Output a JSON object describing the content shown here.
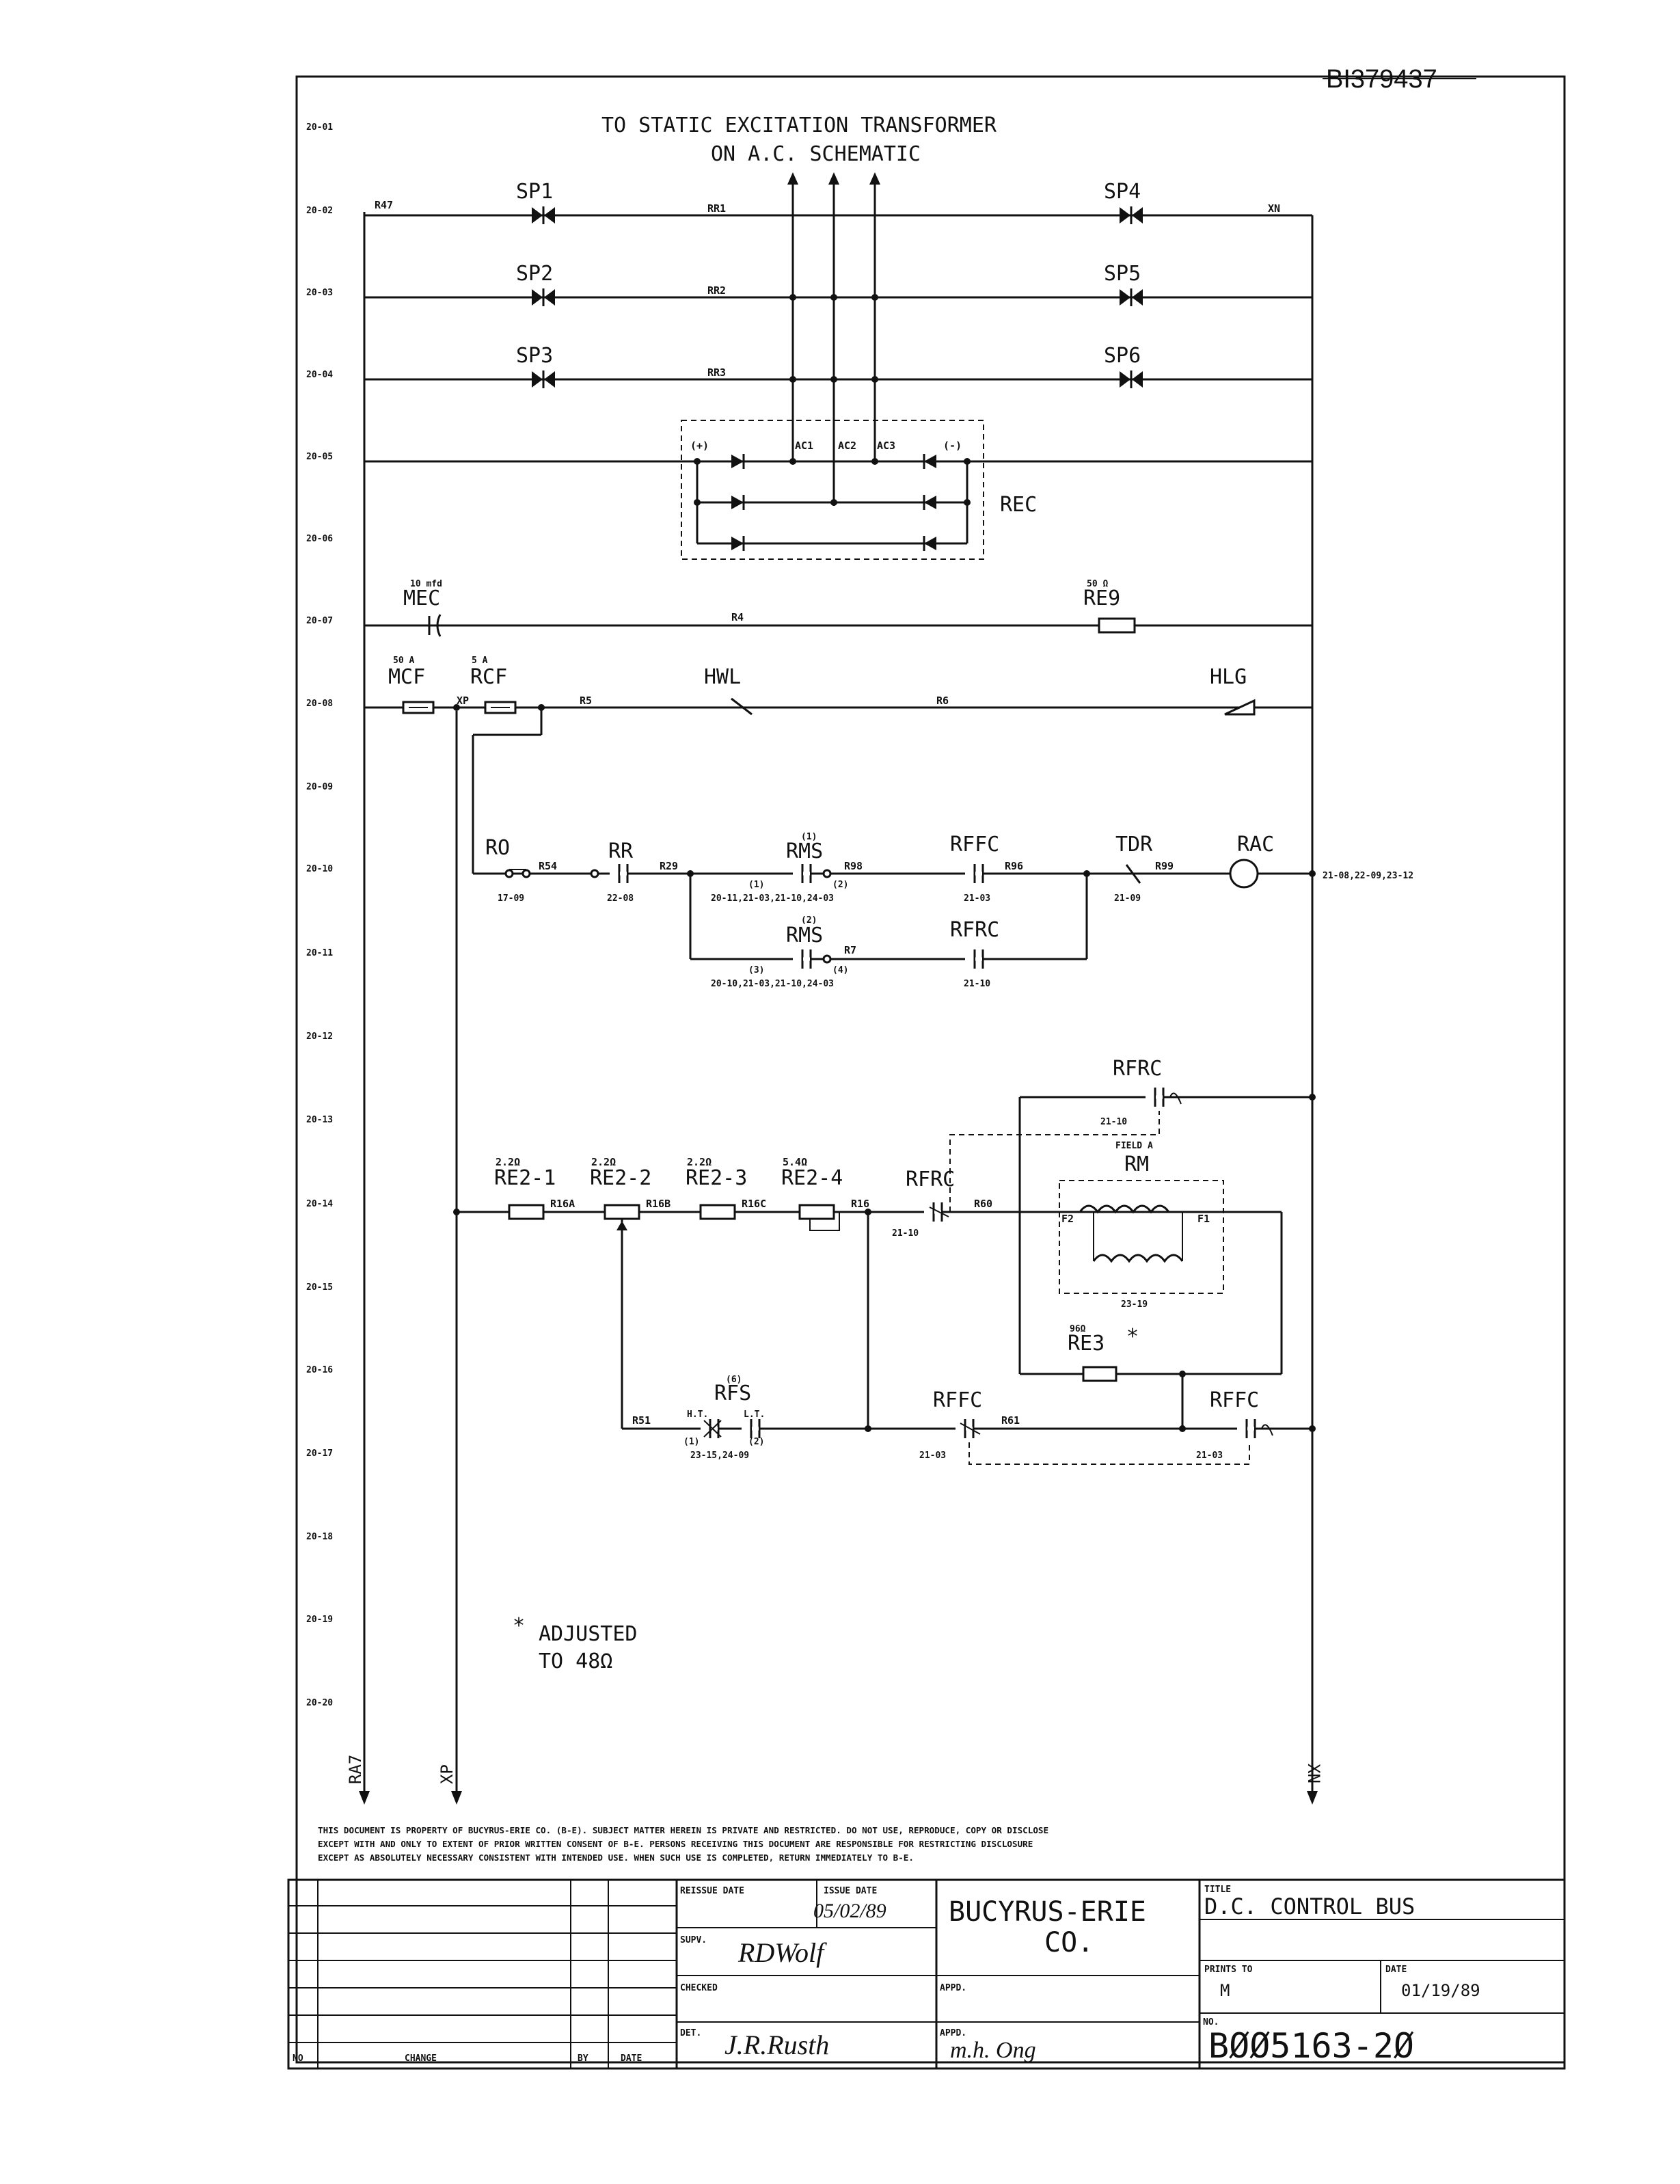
{
  "doc_id": "BI379437",
  "header": {
    "line1": "TO STATIC EXCITATION TRANSFORMER",
    "line2": "ON A.C. SCHEMATIC"
  },
  "rows": [
    "20-01",
    "20-02",
    "20-03",
    "20-04",
    "20-05",
    "20-06",
    "20-07",
    "20-08",
    "20-09",
    "20-10",
    "20-11",
    "20-12",
    "20-13",
    "20-14",
    "20-15",
    "20-16",
    "20-17",
    "20-18",
    "20-19",
    "20-20"
  ],
  "wires": {
    "r47": "R47",
    "rr1": "RR1",
    "rr2": "RR2",
    "rr3": "RR3",
    "xn": "XN",
    "r4": "R4",
    "xp": "XP",
    "r5": "R5",
    "r6": "R6",
    "r54": "R54",
    "r29": "R29",
    "r98": "R98",
    "r96": "R96",
    "r99": "R99",
    "r7": "R7",
    "r16a": "R16A",
    "r16b": "R16B",
    "r16c": "R16C",
    "r16": "R16",
    "r60": "R60",
    "r51": "R51",
    "r61": "R61",
    "ra7_bottom": "RA7",
    "xp_bottom": "XP",
    "xn_bottom": "XN"
  },
  "components": {
    "sp1": "SP1",
    "sp2": "SP2",
    "sp3": "SP3",
    "sp4": "SP4",
    "sp5": "SP5",
    "sp6": "SP6",
    "rec": "REC",
    "rec_plus": "(+)",
    "rec_minus": "(-)",
    "ac1": "AC1",
    "ac2": "AC2",
    "ac3": "AC3",
    "mec": "MEC",
    "mec_val": "10 mfd",
    "re9": "RE9",
    "re9_val": "50 Ω",
    "mcf": "MCF",
    "mcf_val": "50 A",
    "rcf": "RCF",
    "rcf_val": "5 A",
    "hwl": "HWL",
    "hlg": "HLG",
    "ro": "RO",
    "ro_ref": "17-09",
    "rr": "RR",
    "rr_ref": "22-08",
    "rms1": "RMS",
    "rms1_idx": "(1)",
    "rms1_c1": "(1)",
    "rms1_c2": "(2)",
    "rms1_ref": "20-11,21-03,21-10,24-03",
    "rffc1": "RFFC",
    "rffc1_ref": "21-03",
    "tdr": "TDR",
    "tdr_ref": "21-09",
    "rac": "RAC",
    "rac_ref": "21-08,22-09,23-12",
    "rms2": "RMS",
    "rms2_idx": "(2)",
    "rms2_c1": "(3)",
    "rms2_c2": "(4)",
    "rms2_ref": "20-10,21-03,21-10,24-03",
    "rfrc1": "RFRC",
    "rfrc1_ref": "21-10",
    "rfrc2": "RFRC",
    "rfrc2_ref": "21-10",
    "field_a": "FIELD A",
    "re2_1": "RE2-1",
    "re2_1_val": "2.2Ω",
    "re2_2": "RE2-2",
    "re2_2_val": "2.2Ω",
    "re2_3": "RE2-3",
    "re2_3_val": "2.2Ω",
    "re2_4": "RE2-4",
    "re2_4_val": "5.4Ω",
    "rfrc3": "RFRC",
    "rfrc3_ref": "21-10",
    "rm": "RM",
    "rm_f1": "F1",
    "rm_f2": "F2",
    "rm_ref": "23-19",
    "re3": "RE3",
    "re3_val": "96Ω",
    "re3_star": "*",
    "rfs": "RFS",
    "rfs_idx": "(6)",
    "rfs_ht": "H.T.",
    "rfs_lt": "L.T.",
    "rfs_c1": "(1)",
    "rfs_c2": "(2)",
    "rfs_ref": "23-15,24-09",
    "rffc2": "RFFC",
    "rffc2_ref": "21-03",
    "rffc3": "RFFC",
    "rffc3_ref": "21-03"
  },
  "note": {
    "star": "*",
    "line1": "ADJUSTED",
    "line2": "TO 48Ω"
  },
  "disclaimer": [
    "THIS DOCUMENT IS PROPERTY OF BUCYRUS-ERIE CO. (B-E). SUBJECT MATTER HEREIN IS PRIVATE AND RESTRICTED. DO NOT USE, REPRODUCE, COPY OR DISCLOSE",
    "EXCEPT WITH AND ONLY TO EXTENT OF PRIOR WRITTEN CONSENT OF B-E. PERSONS RECEIVING THIS DOCUMENT ARE RESPONSIBLE FOR RESTRICTING DISCLOSURE",
    "EXCEPT AS ABSOLUTELY NECESSARY CONSISTENT WITH INTENDED USE. WHEN SUCH USE IS COMPLETED, RETURN IMMEDIATELY TO B-E."
  ],
  "title_block": {
    "rev_no": "NO",
    "rev_change": "CHANGE",
    "rev_by": "BY",
    "rev_date": "DATE",
    "reissue_date_label": "REISSUE DATE",
    "issue_date_label": "ISSUE DATE",
    "issue_date": "05/02/89",
    "company_line1": "BUCYRUS-ERIE",
    "company_line2": "CO.",
    "supv_label": "SUPV.",
    "supv_sig": "RDWolf",
    "checked_label": "CHECKED",
    "appd_label1": "APPD.",
    "det_label": "DET.",
    "det_sig": "J.R.Rusth",
    "appd_label2": "APPD.",
    "appd_sig": "m.h. Ong",
    "title_label": "TITLE",
    "title": "D.C. CONTROL BUS",
    "prints_to_label": "PRINTS TO",
    "prints_to": "M",
    "date_label": "DATE",
    "date": "01/19/89",
    "no_label": "NO.",
    "drawing_no": "BØØ5163-2Ø"
  }
}
